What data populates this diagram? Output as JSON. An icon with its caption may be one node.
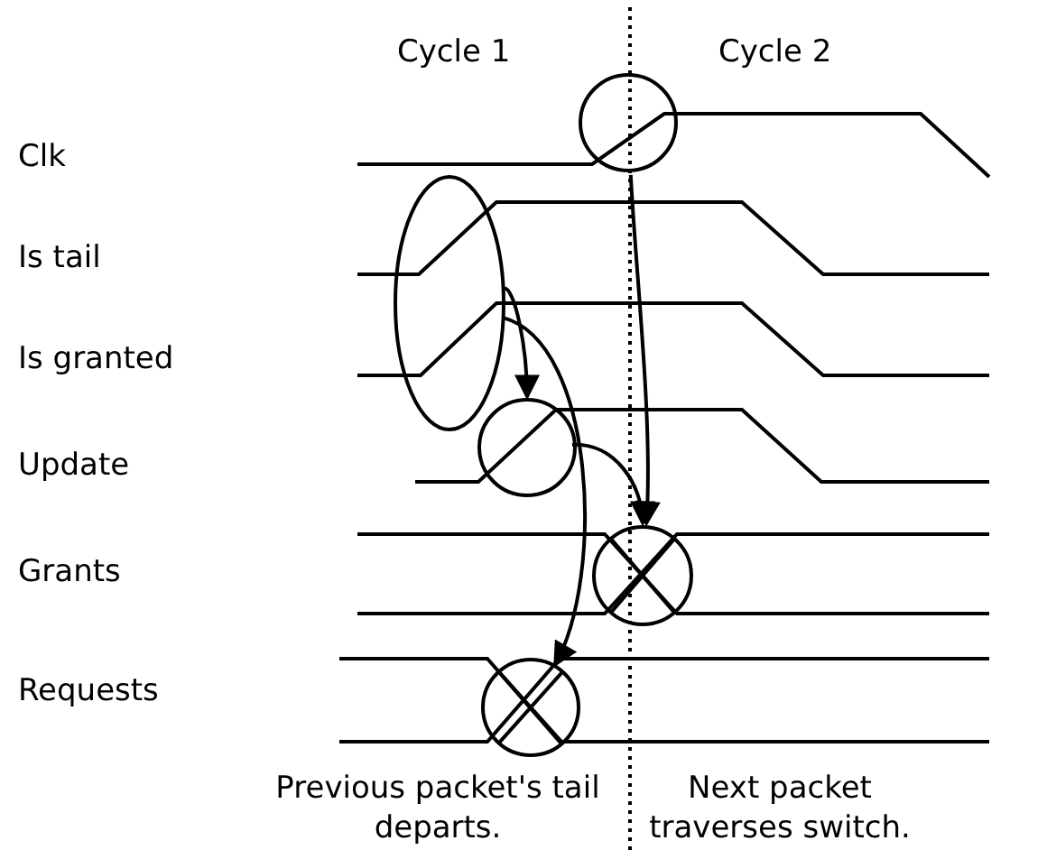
{
  "diagram": {
    "nodes": [
      {
        "text": [],
        "shape": "circle"
      },
      {
        "text": [],
        "shape": "ellipse"
      },
      {
        "text": [],
        "shape": "circle"
      },
      {
        "text": [],
        "shape": "circle"
      },
      {
        "text": [],
        "shape": "circle"
      }
    ],
    "edges": [
      {
        "from": 1,
        "to": 2,
        "arrow": "to"
      },
      {
        "from": 1,
        "to": 4,
        "arrow": "to"
      },
      {
        "from": 2,
        "to": 3,
        "arrow": "to"
      },
      {
        "from": 0,
        "to": 3,
        "arrow": "to"
      }
    ],
    "labels": [
      "Cycle 1",
      "Cycle 2",
      "Clk",
      "Is tail",
      "Is granted",
      "Update",
      "Grants",
      "Requests",
      "Previous packet's tail departs.",
      "Next packet traverses switch."
    ]
  }
}
